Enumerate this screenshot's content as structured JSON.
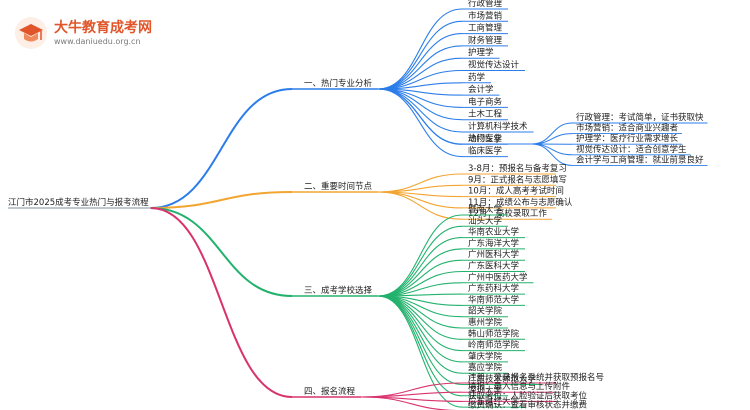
{
  "logo": {
    "name": "大牛教育成考网",
    "url_text": "www.daniuedu.org.cn",
    "icon": "graduation-cap-icon",
    "color": "#e0562a"
  },
  "root": {
    "text": "江门市2025成考专业热门与报考流程"
  },
  "branches": [
    {
      "label": "一、热门专业分析",
      "color": "#2b7de9",
      "children": [
        {
          "text": "行政管理"
        },
        {
          "text": "市场营销"
        },
        {
          "text": "工商管理"
        },
        {
          "text": "财务管理"
        },
        {
          "text": "护理学"
        },
        {
          "text": "视觉传达设计"
        },
        {
          "text": "药学"
        },
        {
          "text": "会计学"
        },
        {
          "text": "电子商务"
        },
        {
          "text": "土木工程"
        },
        {
          "text": "计算机科学技术"
        },
        {
          "text": "动物医学"
        },
        {
          "text": "临床医学"
        },
        {
          "text": "热门专业",
          "children": [
            {
              "text": "行政管理：考试简单，证书获取快"
            },
            {
              "text": "市场营销：适合商业兴趣者"
            },
            {
              "text": "护理学：医疗行业需求增长"
            },
            {
              "text": "视觉传达设计：适合创意学生"
            },
            {
              "text": "会计学与工商管理：就业前景良好"
            }
          ]
        }
      ]
    },
    {
      "label": "二、重要时间节点",
      "color": "#f2a531",
      "children": [
        {
          "text": "3-8月：预报名与备考复习"
        },
        {
          "text": "9月：正式报名与志愿填写"
        },
        {
          "text": "10月：成人高考考试时间"
        },
        {
          "text": "11月：成绩公布与志愿确认"
        },
        {
          "text": "12月：高校录取工作"
        }
      ]
    },
    {
      "label": "三、成考学校选择",
      "color": "#23b26d",
      "children": [
        {
          "text": "暨南大学"
        },
        {
          "text": "汕头大学"
        },
        {
          "text": "华南农业大学"
        },
        {
          "text": "广东海洋大学"
        },
        {
          "text": "广州医科大学"
        },
        {
          "text": "广东医科大学"
        },
        {
          "text": "广州中医药大学"
        },
        {
          "text": "广东药科大学"
        },
        {
          "text": "华南师范大学"
        },
        {
          "text": "韶关学院"
        },
        {
          "text": "惠州学院"
        },
        {
          "text": "韩山师范学院"
        },
        {
          "text": "岭南师范学院"
        },
        {
          "text": "肇庆学院"
        },
        {
          "text": "嘉应学院"
        },
        {
          "text": "广东技术师范大学"
        },
        {
          "text": "深圳大学"
        },
        {
          "text": "广东财经大学"
        }
      ]
    },
    {
      "label": "四、报名流程",
      "color": "#d9336e",
      "children": [
        {
          "text": "注册：登录报名系统并获取预报名号"
        },
        {
          "text": "填报：录入信息与上传附件"
        },
        {
          "text": "获取考位：人脸验证后获取考位"
        },
        {
          "text": "缴费确认：查看审核状态并缴费"
        }
      ]
    }
  ]
}
